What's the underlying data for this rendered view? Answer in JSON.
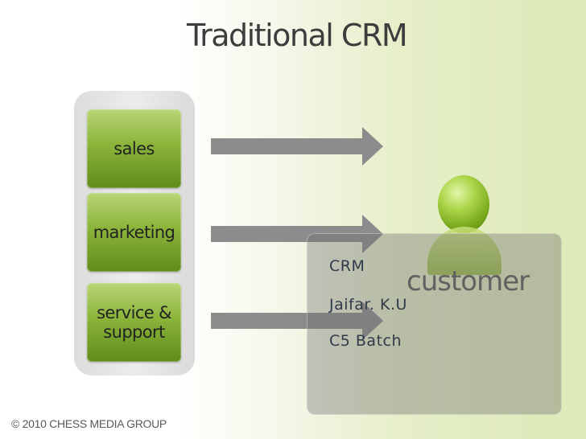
{
  "slide": {
    "title": "Traditional CRM",
    "departments": [
      {
        "label": "sales"
      },
      {
        "label": "marketing"
      },
      {
        "label": "service &\nsupport"
      }
    ],
    "customer_label": "customer",
    "overlay_lines": [
      "CRM",
      "Jaifar. K.U",
      "C5 Batch"
    ],
    "copyright": "© 2010 CHESS MEDIA GROUP"
  },
  "colors": {
    "box_green": "#8bb43a",
    "arrow_gray": "#8c8c8c",
    "text_dark": "#3d3d3d"
  },
  "icons": {
    "customer": "person-icon",
    "arrow": "arrow-right-icon"
  }
}
